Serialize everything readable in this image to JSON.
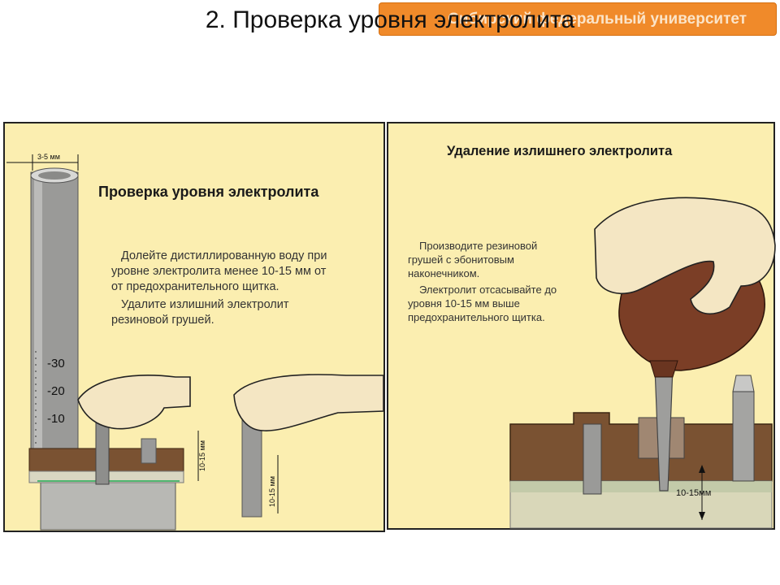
{
  "slide": {
    "title": "2. Проверка уровня электролита",
    "badge_text": "Сибирский федеральный университет"
  },
  "left_panel": {
    "heading": "Проверка уровня электролита",
    "lines": [
      "Долейте дистиллированную воду при",
      "уровне электролита менее 10-15 мм от",
      "от предохранительного щитка.",
      "Удалите излишний электролит",
      "резиновой грушей."
    ],
    "tube_width_label": "3-5 мм",
    "scale_marks": [
      "-30",
      "-20",
      "-10"
    ],
    "level_label_a": "10-15 мм",
    "level_label_b": "10-15 мм"
  },
  "right_panel": {
    "heading": "Удаление излишнего электролита",
    "lines": [
      "Производите резиновой",
      "грушей с эбонитовым",
      "наконечником.",
      "Электролит отсасывайте до",
      "уровня 10-15 мм выше",
      "предохранительного щитка."
    ],
    "level_label": "10-15мм"
  }
}
